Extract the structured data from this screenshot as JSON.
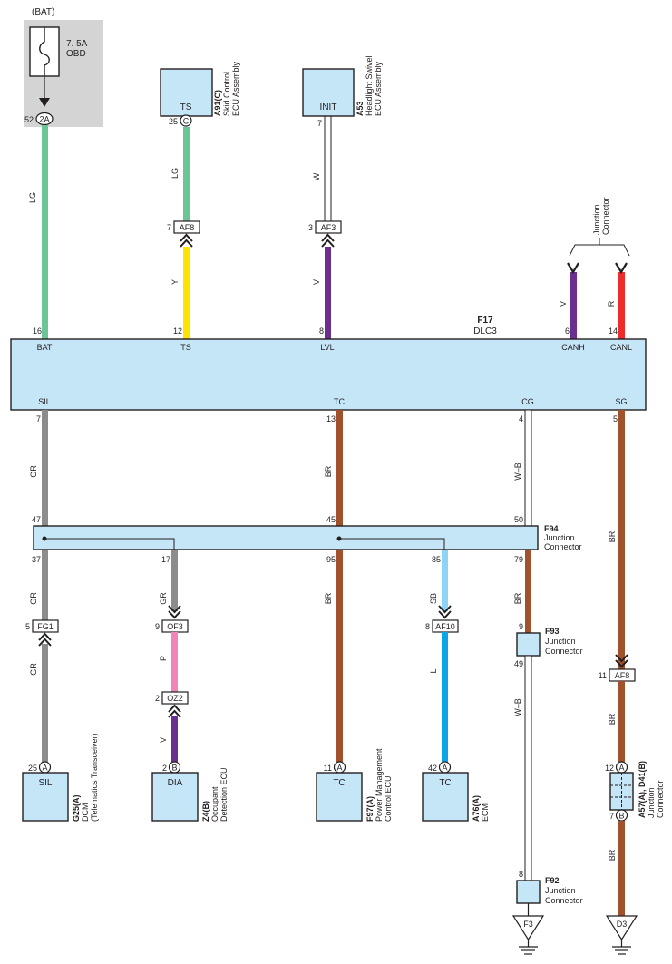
{
  "colors": {
    "box_fill": "#c5e6f7",
    "LG": "#6cc596",
    "Y": "#ffe400",
    "V": "#6a2f8f",
    "R": "#ee2c2c",
    "GR": "#8c8c8c",
    "BR": "#a0522d",
    "P": "#ef86b7",
    "SB": "#8fd3f5",
    "L": "#0ea5e8",
    "fuse_bg": "#d4d4d4"
  },
  "fuse": {
    "source": "(BAT)",
    "rating": "7. 5A",
    "name": "OBD",
    "pin": "52",
    "conn": "2A"
  },
  "components": {
    "a91": {
      "pin_label": "TS",
      "pin": "25",
      "conn": "C",
      "id": "A91(C)",
      "name1": "Skid Control",
      "name2": "ECU Assembly"
    },
    "a53": {
      "pin_label": "INIT",
      "pin": "7",
      "id": "A53",
      "name1": "Headlight Swivel",
      "name2": "ECU Assembly"
    },
    "g25": {
      "pin_label": "SIL",
      "pin": "25",
      "conn": "A",
      "id": "G25(A)",
      "name1": "DCM",
      "name2": "(Telematics Transceiver)"
    },
    "z4": {
      "pin_label": "DIA",
      "pin": "2",
      "conn": "B",
      "id": "Z4(B)",
      "name1": "Occupant",
      "name2": "Detection ECU"
    },
    "f97": {
      "pin_label": "TC",
      "pin": "11",
      "conn": "A",
      "id": "F97(A)",
      "name1": "Power Management",
      "name2": "Control ECU"
    },
    "a76": {
      "pin_label": "TC",
      "pin": "42",
      "conn": "A",
      "id": "A76(A)",
      "name1": "ECM"
    },
    "a57": {
      "pin_top": "12",
      "conn_top": "A",
      "pin_bottom": "7",
      "conn_bottom": "B",
      "id": "A57(A), D41(B)",
      "name1": "Junction",
      "name2": "Connector"
    }
  },
  "dlc3": {
    "id": "F17",
    "name": "DLC3",
    "top_pins": [
      {
        "label": "BAT",
        "pin": "16"
      },
      {
        "label": "TS",
        "pin": "12"
      },
      {
        "label": "LVL",
        "pin": "8"
      },
      {
        "label": "CANH",
        "pin": "6"
      },
      {
        "label": "CANL",
        "pin": "14"
      }
    ],
    "bottom_pins": [
      {
        "label": "SIL",
        "pin": "7"
      },
      {
        "label": "TC",
        "pin": "13"
      },
      {
        "label": "CG",
        "pin": "4"
      },
      {
        "label": "SG",
        "pin": "5"
      }
    ]
  },
  "junction_top": {
    "name1": "Junction",
    "name2": "Connector"
  },
  "f94": {
    "id": "F94",
    "name1": "Junction",
    "name2": "Connector",
    "pin_47": "47",
    "pin_45": "45",
    "pin_50": "50",
    "pin_37": "37",
    "pin_17": "17",
    "pin_95": "95",
    "pin_85": "85",
    "pin_79": "79"
  },
  "f93": {
    "id": "F93",
    "name1": "Junction",
    "name2": "Connector",
    "pin_top": "9",
    "pin_bottom": "49"
  },
  "f92": {
    "id": "F92",
    "name1": "Junction",
    "name2": "Connector",
    "pin_top": "8"
  },
  "inline_connectors": {
    "af8_top": {
      "pin": "7",
      "name": "AF8"
    },
    "af3": {
      "pin": "3",
      "name": "AF3"
    },
    "fg1": {
      "pin": "5",
      "name": "FG1"
    },
    "of3": {
      "pin": "9",
      "name": "OF3"
    },
    "oz2": {
      "pin": "2",
      "name": "OZ2"
    },
    "af10": {
      "pin": "8",
      "name": "AF10"
    },
    "af8_right": {
      "pin": "11",
      "name": "AF8"
    }
  },
  "wire_colors": {
    "bat": "LG",
    "ts_upper": "LG",
    "ts_lower": "Y",
    "lvl_upper": "W",
    "lvl_lower": "V",
    "canh": "V",
    "canl": "R",
    "sil_upper": "GR",
    "tc_upper": "BR",
    "cg_upper": "W–B",
    "sg_upper": "BR",
    "sil_mid": "GR",
    "sil_lower": "GR",
    "dia_mid": "GR",
    "dia_p": "P",
    "dia_v": "V",
    "tc_lower": "BR",
    "sb": "SB",
    "l": "L",
    "cg_mid": "BR",
    "cg_lower": "W–B",
    "sg_lower": "BR",
    "sg_bottom": "BR"
  },
  "grounds": {
    "f3": "F3",
    "d3": "D3"
  }
}
